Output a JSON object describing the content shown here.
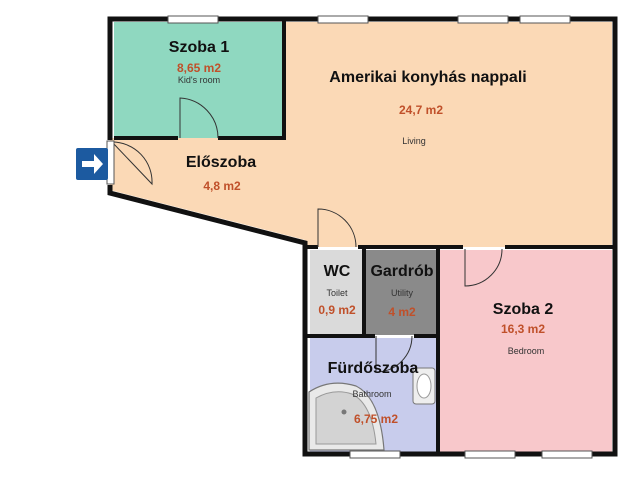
{
  "rooms": {
    "szoba1": {
      "name": "Szoba 1",
      "area": "8,65 m2",
      "english": "Kid's room",
      "color": "#8fd8c0"
    },
    "nappali": {
      "name": "Amerikai konyhás nappali",
      "area": "24,7 m2",
      "english": "Living",
      "color": "#fbd9b6"
    },
    "eloszoba": {
      "name": "Előszoba",
      "area": "4,8 m2",
      "english": "",
      "color": "#fbd9b6"
    },
    "wc": {
      "name": "WC",
      "area": "0,9 m2",
      "english": "Toilet",
      "color": "#dadada"
    },
    "gardrob": {
      "name": "Gardrób",
      "area": "4 m2",
      "english": "Utility",
      "color": "#8a8a8a"
    },
    "szoba2": {
      "name": "Szoba 2",
      "area": "16,3 m2",
      "english": "Bedroom",
      "color": "#f8c8cb"
    },
    "furdo": {
      "name": "Fürdőszoba",
      "area": "6,75 m2",
      "english": "Bathroom",
      "color": "#c8ccec"
    }
  },
  "entrance": {
    "icon": "entrance-arrow-icon",
    "color": "#1c5aa0"
  },
  "wall_color": "#111111"
}
